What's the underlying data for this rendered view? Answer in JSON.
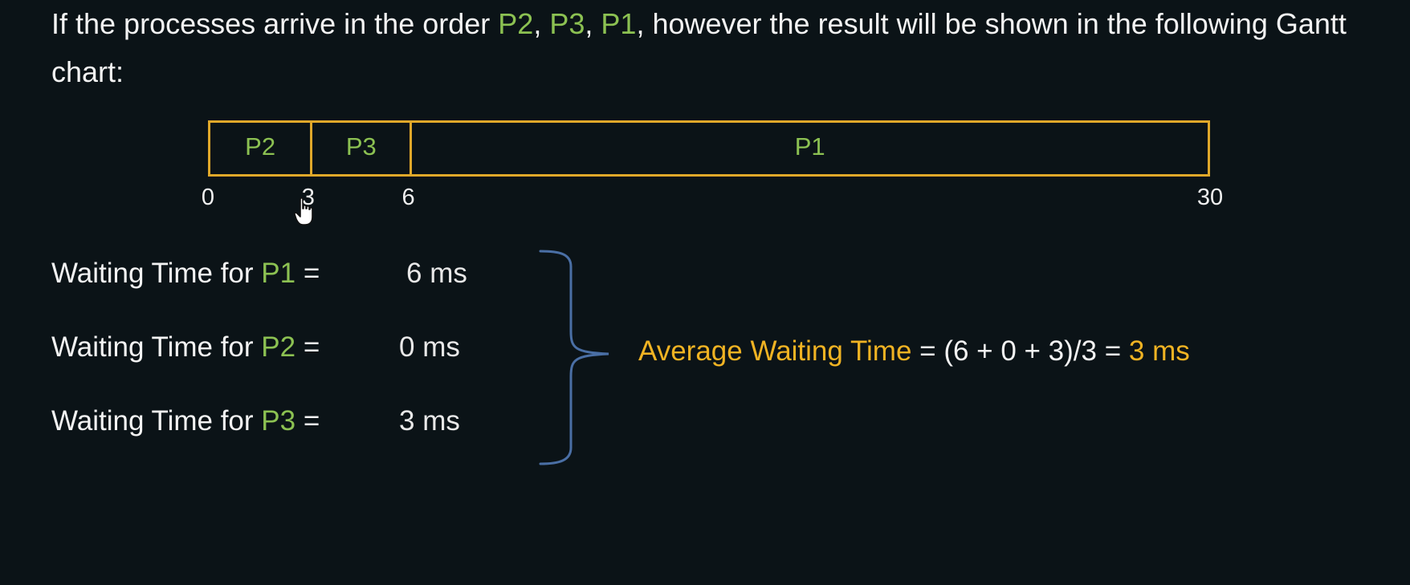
{
  "intro": {
    "text_before": "If the processes arrive in the order ",
    "order": [
      "P2",
      "P3",
      "P1"
    ],
    "sep1": ", ",
    "sep2": ", ",
    "text_after": ", however the result will be shown in the following Gantt chart:"
  },
  "gantt": {
    "blocks": [
      {
        "label": "P2",
        "start": 0,
        "end": 3
      },
      {
        "label": "P3",
        "start": 3,
        "end": 6
      },
      {
        "label": "P1",
        "start": 6,
        "end": 30
      }
    ],
    "ticks": [
      "0",
      "3",
      "6",
      "30"
    ],
    "tick_values": [
      0,
      3,
      6,
      30
    ],
    "total": 30
  },
  "waiting": [
    {
      "prefix": "Waiting Time for ",
      "proc": "P1",
      "eq": " =",
      "value": "6 ms"
    },
    {
      "prefix": "Waiting Time for ",
      "proc": "P2",
      "eq": " =",
      "value": "0 ms"
    },
    {
      "prefix": "Waiting Time for ",
      "proc": "P3",
      "eq": " =",
      "value": "3 ms"
    }
  ],
  "average": {
    "label": "Average Waiting Time",
    "formula": " = (6 + 0 + 3)/3 = ",
    "result": "3 ms"
  },
  "colors": {
    "background": "#0b1317",
    "process": "#8cc152",
    "accent": "#f0b323",
    "brace": "#4a6fa5"
  },
  "icons": {
    "cursor": "hand-pointer-icon"
  }
}
